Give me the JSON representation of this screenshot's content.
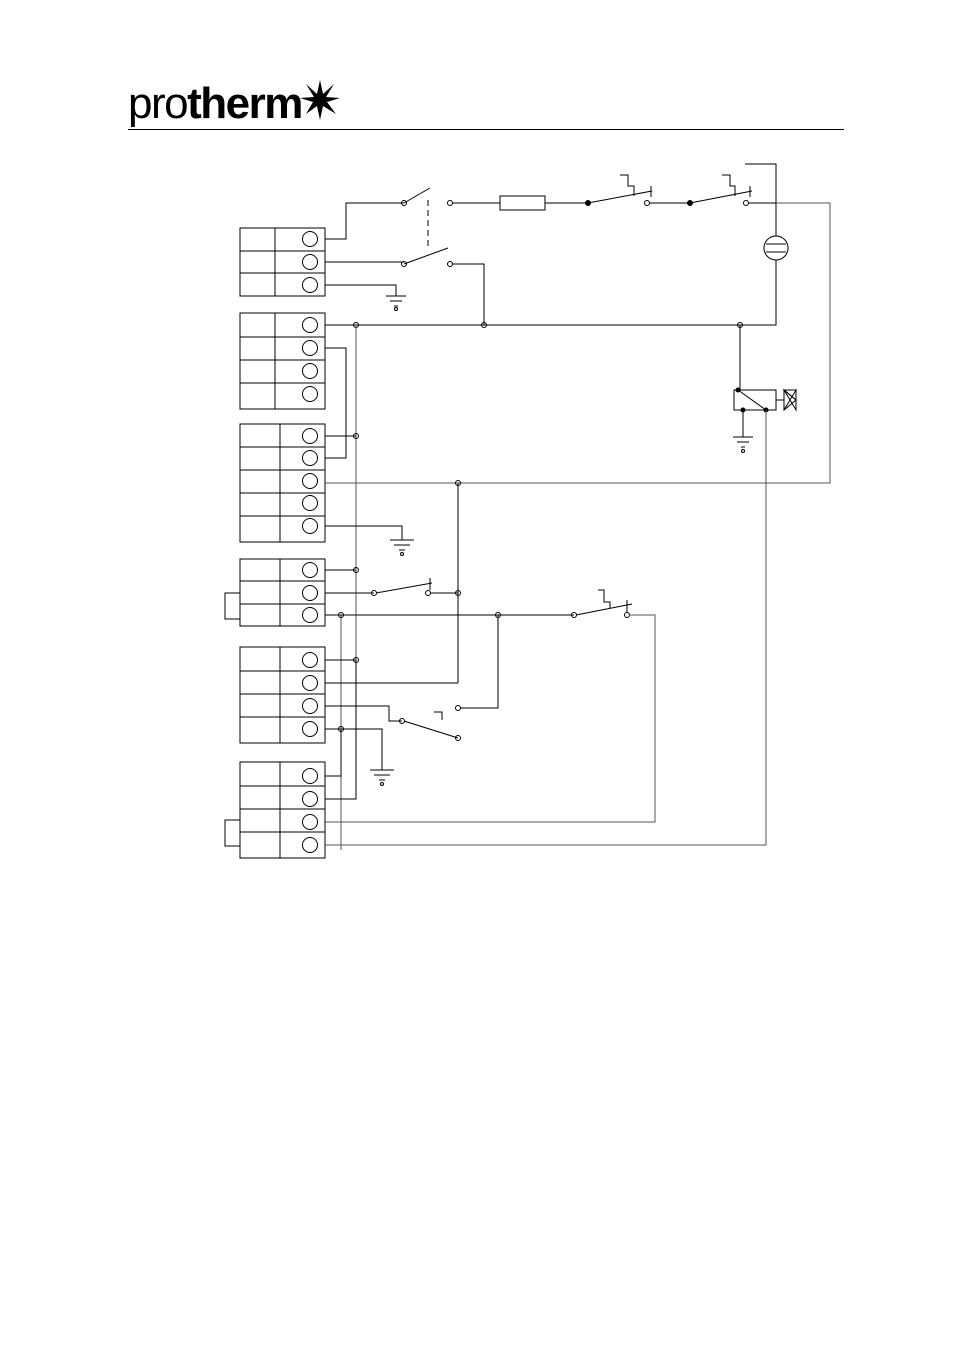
{
  "header": {
    "logo_text_a": "pro",
    "logo_text_b": "therm",
    "logo_star": "star-burst-icon",
    "rule_color": "#000000"
  },
  "diagram": {
    "stroke_color": "#000000",
    "wire_color": "#555555",
    "terminal_blocks": [
      {
        "name": "terminal-block-1",
        "terminals": 3
      },
      {
        "name": "terminal-block-2",
        "terminals": 4
      },
      {
        "name": "terminal-block-3",
        "terminals": 5
      },
      {
        "name": "terminal-block-4",
        "terminals": 3
      },
      {
        "name": "terminal-block-5",
        "terminals": 4
      },
      {
        "name": "terminal-block-6",
        "terminals": 4
      }
    ],
    "symbols": [
      "double-pole-switch-icon",
      "fuse-icon",
      "thermostat-switch-icon",
      "lamp-icon",
      "relay-icon",
      "valve-icon",
      "ground-icon"
    ]
  }
}
